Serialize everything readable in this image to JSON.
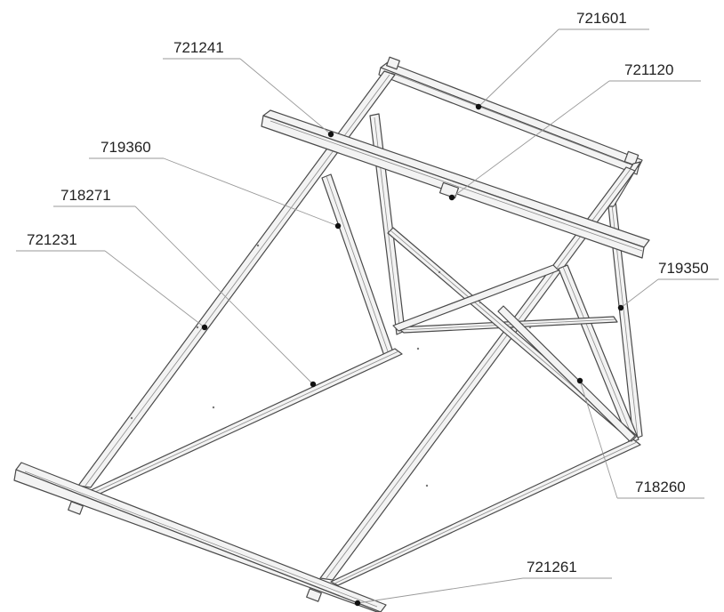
{
  "callouts": [
    {
      "id": "c-721601",
      "label": "721601"
    },
    {
      "id": "c-721241",
      "label": "721241"
    },
    {
      "id": "c-721120",
      "label": "721120"
    },
    {
      "id": "c-719360",
      "label": "719360"
    },
    {
      "id": "c-718271",
      "label": "718271"
    },
    {
      "id": "c-721231",
      "label": "721231"
    },
    {
      "id": "c-719350",
      "label": "719350"
    },
    {
      "id": "c-718260",
      "label": "718260"
    },
    {
      "id": "c-721261",
      "label": "721261"
    }
  ]
}
